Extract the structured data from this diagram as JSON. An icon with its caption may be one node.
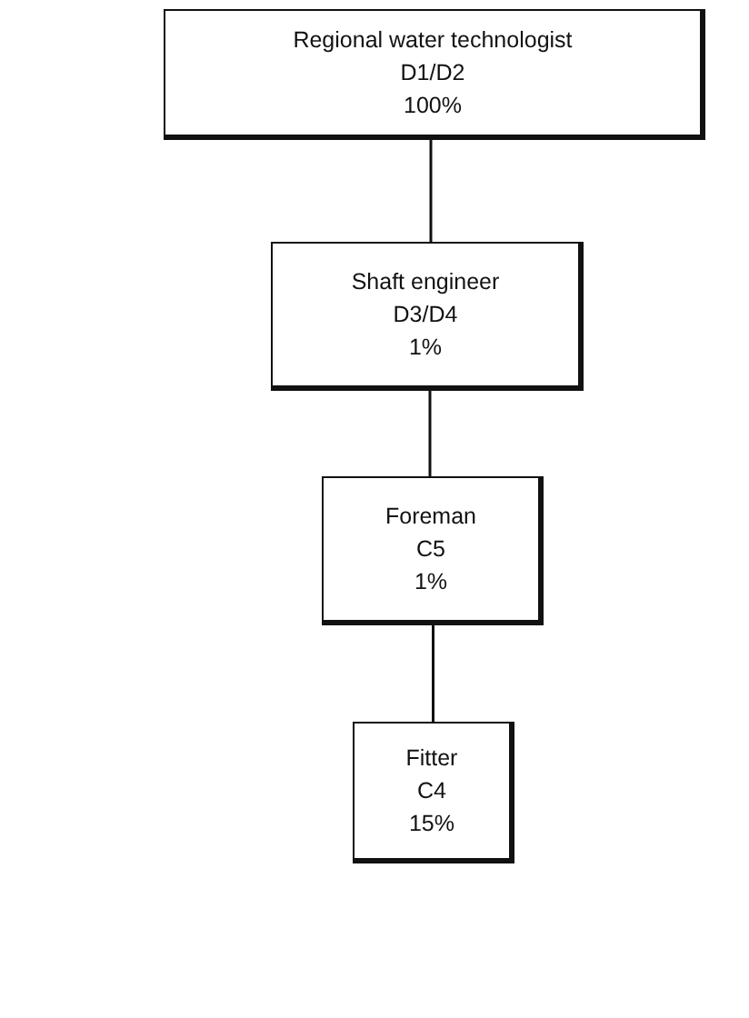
{
  "diagram": {
    "nodes": [
      {
        "text": [
          "Regional water technologist",
          "D1/D2",
          "100%"
        ]
      },
      {
        "text": [
          "Shaft engineer",
          "D3/D4",
          "1%"
        ]
      },
      {
        "text": [
          "Foreman",
          "C5",
          "1%"
        ]
      },
      {
        "text": [
          "Fitter",
          "C4",
          "15%"
        ]
      }
    ],
    "edges": [
      {
        "from": 0,
        "to": 1,
        "arrow": "none"
      },
      {
        "from": 1,
        "to": 2,
        "arrow": "none"
      },
      {
        "from": 2,
        "to": 3,
        "arrow": "none"
      }
    ]
  }
}
